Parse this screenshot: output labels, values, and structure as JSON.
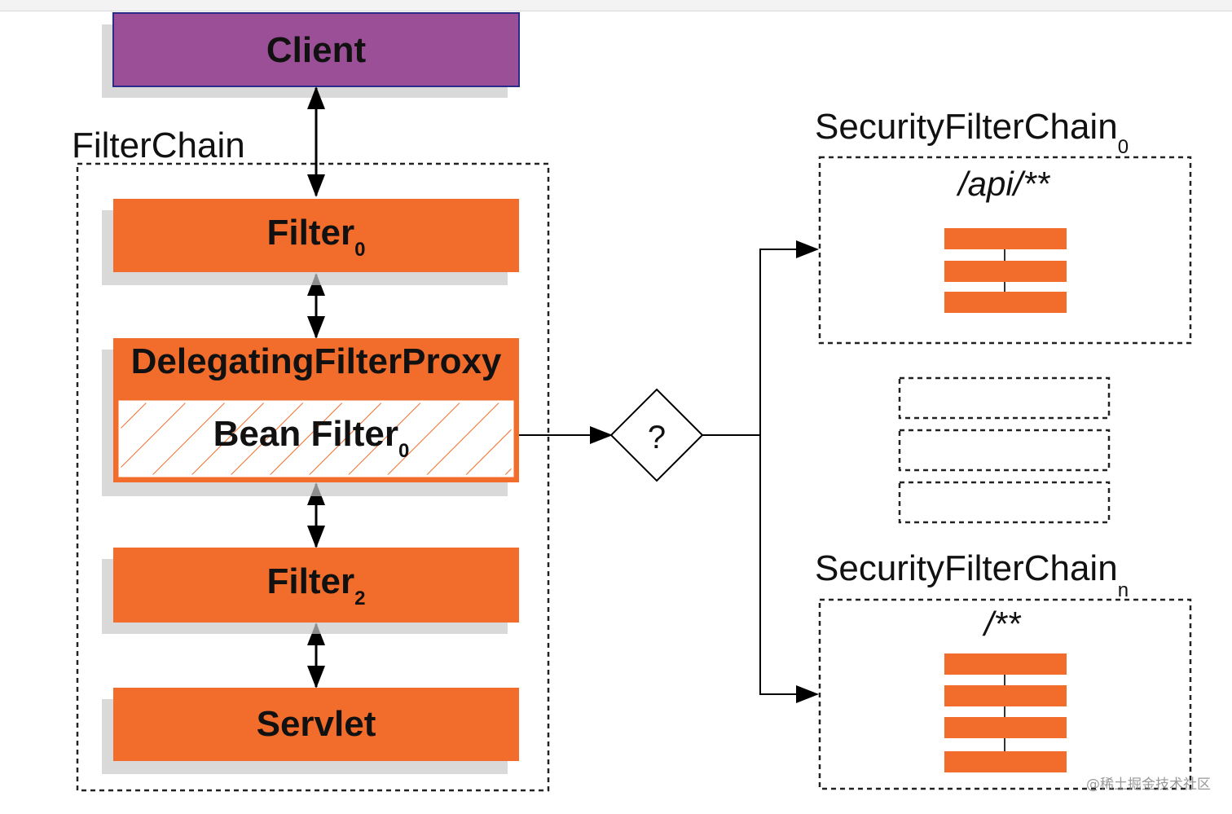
{
  "diagram": {
    "client": "Client",
    "filter_chain_label": "FilterChain",
    "filter0": {
      "name": "Filter",
      "sub": "0"
    },
    "delegating_proxy": "DelegatingFilterProxy",
    "bean_filter": {
      "name": "Bean Filter",
      "sub": "0"
    },
    "filter2": {
      "name": "Filter",
      "sub": "2"
    },
    "servlet": "Servlet",
    "decision": "?",
    "security_chain_0": {
      "name": "SecurityFilterChain",
      "sub": "0",
      "pattern": "/api/**"
    },
    "security_chain_n": {
      "name": "SecurityFilterChain",
      "sub": "n",
      "pattern": "/**"
    }
  },
  "watermark": "@稀土掘金技术社区",
  "colors": {
    "client": "#9b4f96",
    "filter": "#f26d2b",
    "client_border": "#2b2b8a"
  }
}
